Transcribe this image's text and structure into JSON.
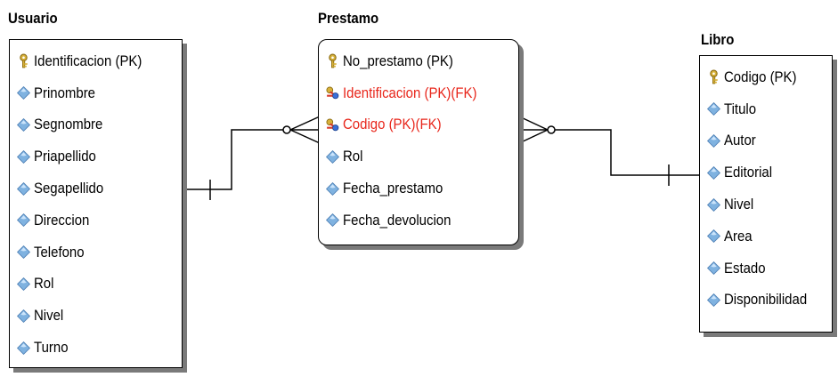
{
  "entities": {
    "usuario": {
      "title": "Usuario",
      "attributes": [
        {
          "name": "Identificacion (PK)",
          "kind": "pk"
        },
        {
          "name": "Prinombre",
          "kind": "attr"
        },
        {
          "name": "Segnombre",
          "kind": "attr"
        },
        {
          "name": "Priapellido",
          "kind": "attr"
        },
        {
          "name": "Segapellido",
          "kind": "attr"
        },
        {
          "name": "Direccion",
          "kind": "attr"
        },
        {
          "name": "Telefono",
          "kind": "attr"
        },
        {
          "name": "Rol",
          "kind": "attr"
        },
        {
          "name": "Nivel",
          "kind": "attr"
        },
        {
          "name": "Turno",
          "kind": "attr"
        }
      ]
    },
    "prestamo": {
      "title": "Prestamo",
      "attributes": [
        {
          "name": "No_prestamo (PK)",
          "kind": "pk"
        },
        {
          "name": "Identificacion (PK)(FK)",
          "kind": "pkfk"
        },
        {
          "name": "Codigo (PK)(FK)",
          "kind": "pkfk"
        },
        {
          "name": "Rol",
          "kind": "attr"
        },
        {
          "name": "Fecha_prestamo",
          "kind": "attr"
        },
        {
          "name": "Fecha_devolucion",
          "kind": "attr"
        }
      ]
    },
    "libro": {
      "title": "Libro",
      "attributes": [
        {
          "name": "Codigo (PK)",
          "kind": "pk"
        },
        {
          "name": "Titulo",
          "kind": "attr"
        },
        {
          "name": "Autor",
          "kind": "attr"
        },
        {
          "name": "Editorial",
          "kind": "attr"
        },
        {
          "name": "Nivel",
          "kind": "attr"
        },
        {
          "name": "Area",
          "kind": "attr"
        },
        {
          "name": "Estado",
          "kind": "attr"
        },
        {
          "name": "Disponibilidad",
          "kind": "attr"
        }
      ]
    }
  },
  "relationships": [
    {
      "from": "usuario",
      "to": "prestamo",
      "from_cardinality": "one",
      "to_cardinality": "zero-or-many"
    },
    {
      "from": "libro",
      "to": "prestamo",
      "from_cardinality": "one",
      "to_cardinality": "zero-or-many"
    }
  ],
  "colors": {
    "fk_text": "#e8261b",
    "pk_key": "#d8b23a",
    "attr_diamond": "#7fb2e0",
    "fk_key_red": "#d83a2a",
    "fk_key_blue": "#3a6fd8",
    "shadow": "#7a7a7a"
  },
  "icons": {
    "pk": "key-icon",
    "pkfk": "foreign-key-icon",
    "attr": "attribute-diamond-icon"
  }
}
